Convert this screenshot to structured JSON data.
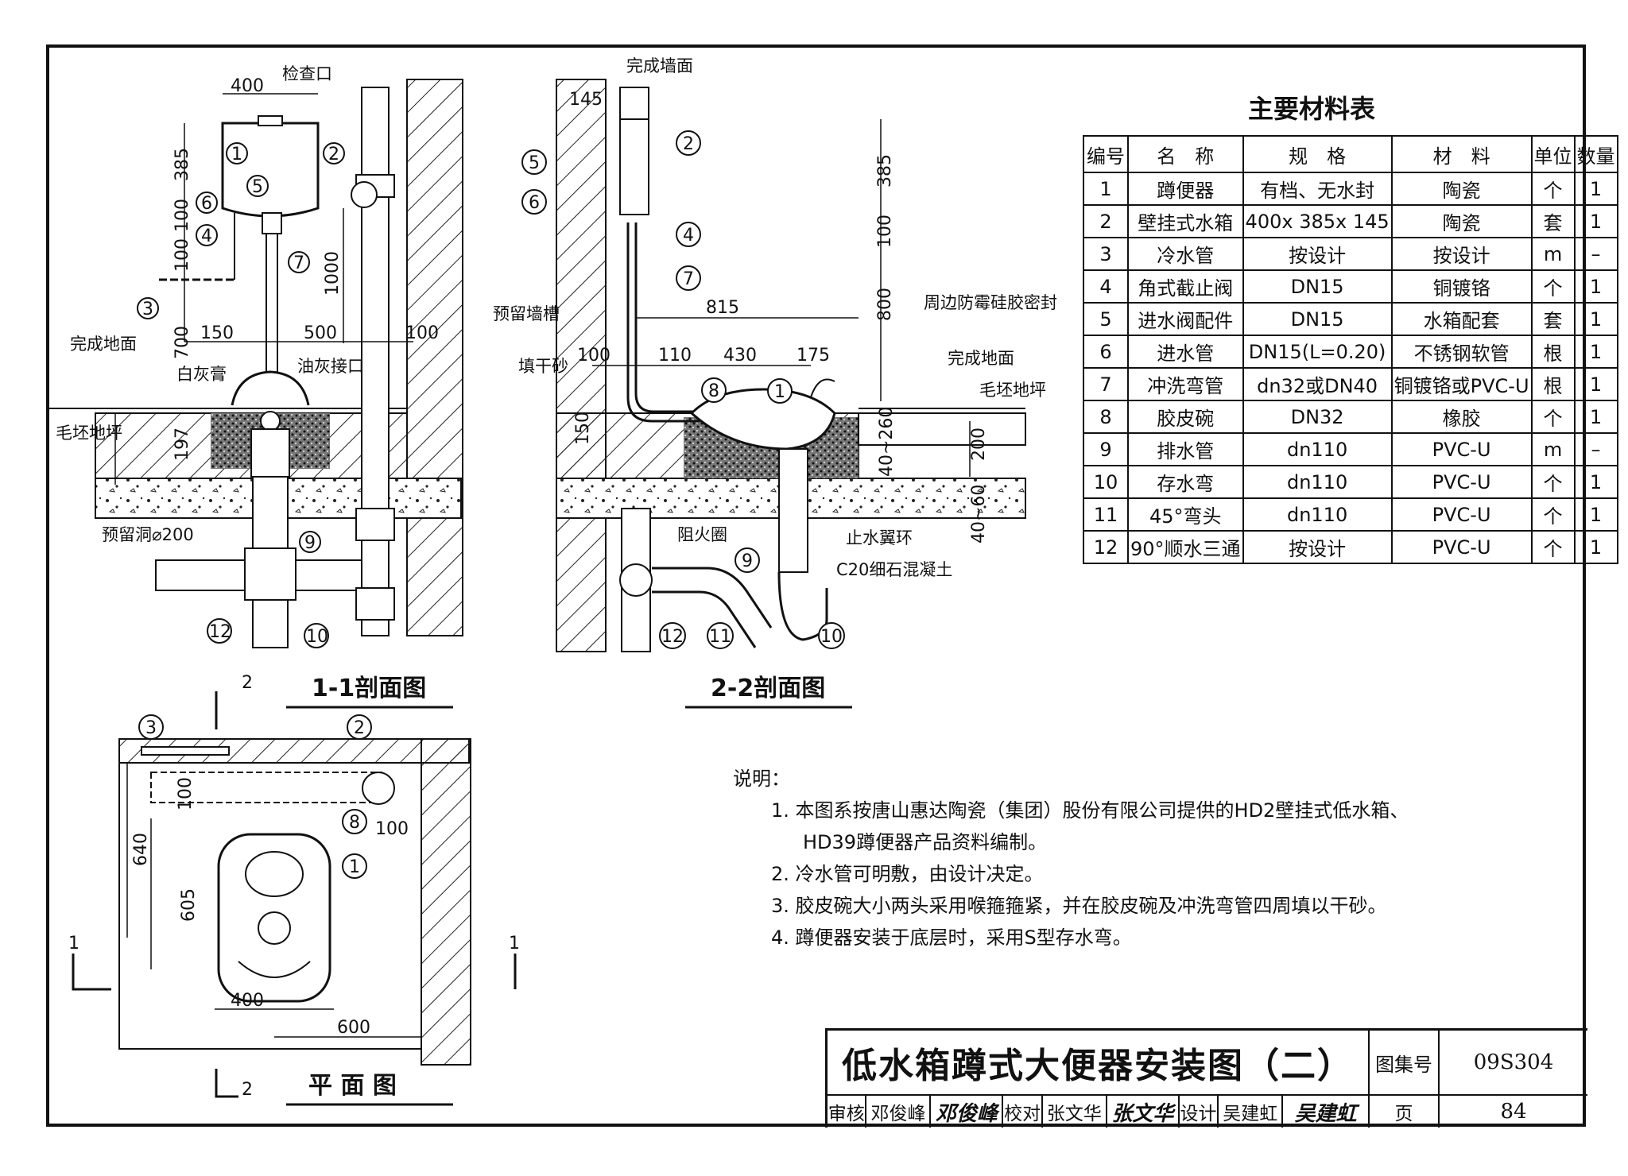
{
  "section_1_1": {
    "title": "1-1剖面图",
    "dims": [
      "400",
      "385",
      "100",
      "100",
      "1000",
      "150",
      "500",
      "100",
      "700",
      "197"
    ],
    "labels": {
      "inspection": "检查口",
      "finished_floor": "完成地面",
      "rough_slab": "毛坯地坪",
      "white_putty": "白灰膏",
      "oil_putty": "油灰接口",
      "reserved_hole": "预留洞⌀200"
    },
    "markers": [
      "1",
      "2",
      "3",
      "4",
      "5",
      "6",
      "7",
      "9",
      "10",
      "12"
    ]
  },
  "section_2_2": {
    "title": "2-2剖面图",
    "dims": [
      "145",
      "385",
      "100",
      "800",
      "815",
      "100",
      "110",
      "430",
      "175",
      "150",
      "40~260",
      "200",
      "40~60"
    ],
    "labels": {
      "finished_wall": "完成墙面",
      "reserved_groove": "预留墙槽",
      "fill_sand": "填干砂",
      "seal": "周边防霉硅胶密封",
      "finished_floor": "完成地面",
      "rough_slab": "毛坯地坪",
      "fire_ring": "阻火圈",
      "water_ring": "止水翼环",
      "concrete": "C20细石混凝土"
    },
    "markers": [
      "1",
      "2",
      "4",
      "5",
      "6",
      "7",
      "8",
      "9",
      "10",
      "11",
      "12"
    ]
  },
  "plan": {
    "title": "平  面  图",
    "dims": [
      "100",
      "640",
      "605",
      "400",
      "600",
      "100"
    ],
    "markers": [
      "1",
      "2",
      "3",
      "8"
    ],
    "cut_marks": [
      "2",
      "2",
      "1",
      "1"
    ]
  },
  "materials": {
    "title": "主要材料表",
    "headers": [
      "编号",
      "名　称",
      "规　格",
      "材　料",
      "单位",
      "数量"
    ],
    "rows": [
      [
        "1",
        "蹲便器",
        "有档、无水封",
        "陶瓷",
        "个",
        "1"
      ],
      [
        "2",
        "壁挂式水箱",
        "400x 385x 145",
        "陶瓷",
        "套",
        "1"
      ],
      [
        "3",
        "冷水管",
        "按设计",
        "按设计",
        "m",
        "–"
      ],
      [
        "4",
        "角式截止阀",
        "DN15",
        "铜镀铬",
        "个",
        "1"
      ],
      [
        "5",
        "进水阀配件",
        "DN15",
        "水箱配套",
        "套",
        "1"
      ],
      [
        "6",
        "进水管",
        "DN15(L=0.20)",
        "不锈钢软管",
        "根",
        "1"
      ],
      [
        "7",
        "冲洗弯管",
        "dn32或DN40",
        "铜镀铬或PVC-U",
        "根",
        "1"
      ],
      [
        "8",
        "胶皮碗",
        "DN32",
        "橡胶",
        "个",
        "1"
      ],
      [
        "9",
        "排水管",
        "dn110",
        "PVC-U",
        "m",
        "–"
      ],
      [
        "10",
        "存水弯",
        "dn110",
        "PVC-U",
        "个",
        "1"
      ],
      [
        "11",
        "45°弯头",
        "dn110",
        "PVC-U",
        "个",
        "1"
      ],
      [
        "12",
        "90°顺水三通",
        "按设计",
        "PVC-U",
        "个",
        "1"
      ]
    ]
  },
  "notes": {
    "head": "说明：",
    "items": [
      "1.  本图系按唐山惠达陶瓷（集团）股份有限公司提供的HD2壁挂式低水箱、",
      "HD39蹲便器产品资料编制。",
      "2.  冷水管可明敷，由设计决定。",
      "3.  胶皮碗大小两头采用喉箍箍紧，并在胶皮碗及冲洗弯管四周填以干砂。",
      "4.  蹲便器安装于底层时，采用S型存水弯。"
    ]
  },
  "title_block": {
    "title": "低水箱蹲式大便器安装图（二）",
    "atlas_label": "图集号",
    "atlas_no": "09S304",
    "page_label": "页",
    "page_no": "84",
    "review_label": "审核",
    "reviewer": "邓俊峰",
    "reviewer_sig": "邓俊峰",
    "check_label": "校对",
    "checker": "张文华",
    "checker_sig": "张文华",
    "design_label": "设计",
    "designer": "吴建虹",
    "designer_sig": "吴建虹"
  }
}
